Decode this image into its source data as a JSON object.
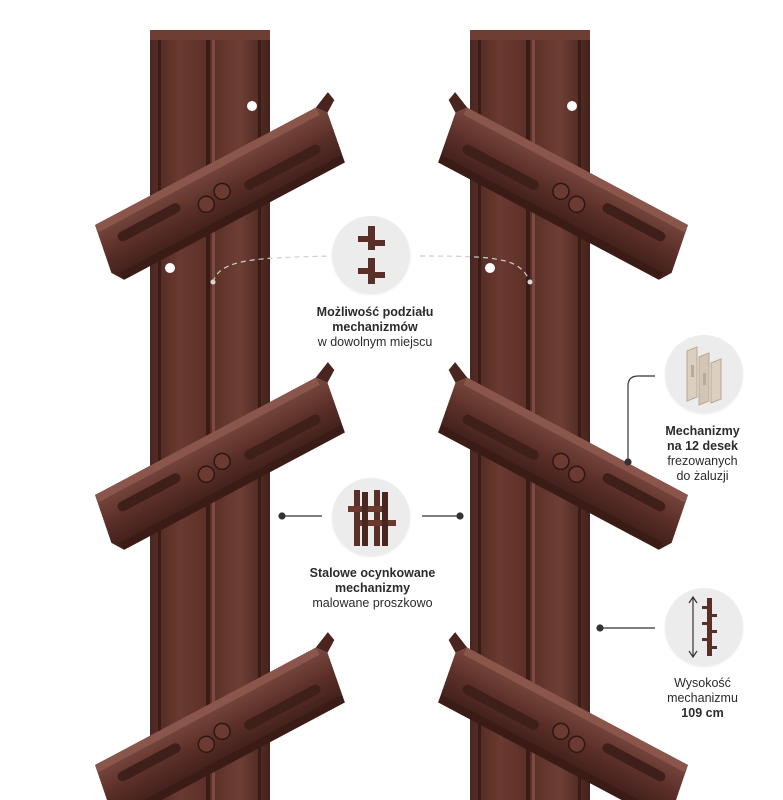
{
  "colors": {
    "post": "#5a2f27",
    "post_dark": "#3f1f19",
    "post_light": "#74433a",
    "slat": "#5b2f28",
    "slat_dark": "#3c1d18",
    "slat_light": "#7a4a40",
    "line": "#333333",
    "circle_bg": "#ececec",
    "wood": "#d9ccbc"
  },
  "callouts": {
    "division": {
      "line1": "Możliwość podziału",
      "line2": "mechanizmów",
      "line3": "w dowolnym miejscu",
      "icon": "split-mechanism-icon"
    },
    "steel": {
      "line1": "Stalowe ocynkowane",
      "line2": "mechanizmy",
      "line3": "malowane proszkowo",
      "icon": "steel-mechanism-icon"
    },
    "slats": {
      "line1": "Mechanizmy",
      "line2": "na 12 desek",
      "line3": "frezowanych",
      "line4": "do żaluzji",
      "icon": "wood-slats-icon"
    },
    "height": {
      "line1": "Wysokość",
      "line2": "mechanizmu",
      "line3": "109 cm",
      "icon": "height-measure-icon"
    }
  }
}
